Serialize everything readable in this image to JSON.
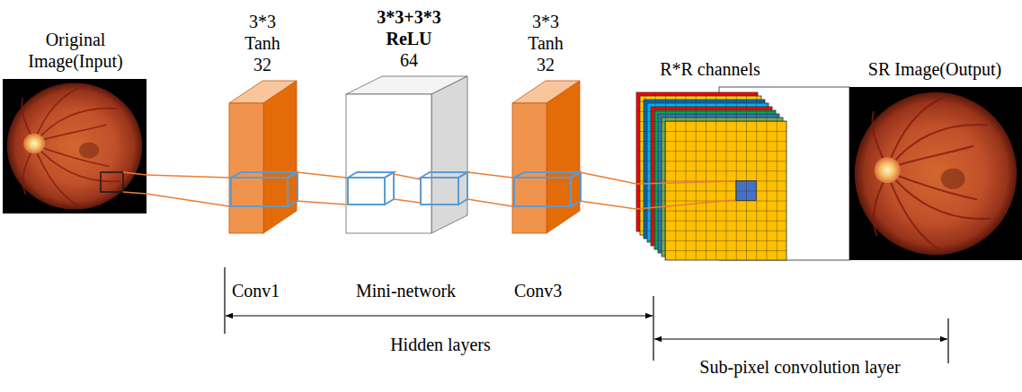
{
  "diagram": {
    "nodes": [
      {
        "text": [
          "Original Image(Input)"
        ]
      },
      {
        "text": [
          "3*3",
          "Tanh",
          "32"
        ]
      },
      {
        "text": [
          "3*3+3*3",
          "ReLU",
          "64"
        ]
      },
      {
        "text": [
          "3*3",
          "Tanh",
          "32"
        ]
      },
      {
        "text": [
          "R*R channels"
        ]
      },
      {
        "text": [
          "SR Image(Output)"
        ]
      }
    ],
    "edges": [
      {
        "from": 0,
        "to": 1,
        "arrow": "none"
      },
      {
        "from": 1,
        "to": 2,
        "arrow": "none"
      },
      {
        "from": 2,
        "to": 3,
        "arrow": "none"
      },
      {
        "from": 3,
        "to": 4,
        "arrow": "none"
      }
    ],
    "labels": [
      "Conv1",
      "Mini-network",
      "Conv3",
      "Hidden layers",
      "Sub-pixel convolution layer"
    ]
  }
}
